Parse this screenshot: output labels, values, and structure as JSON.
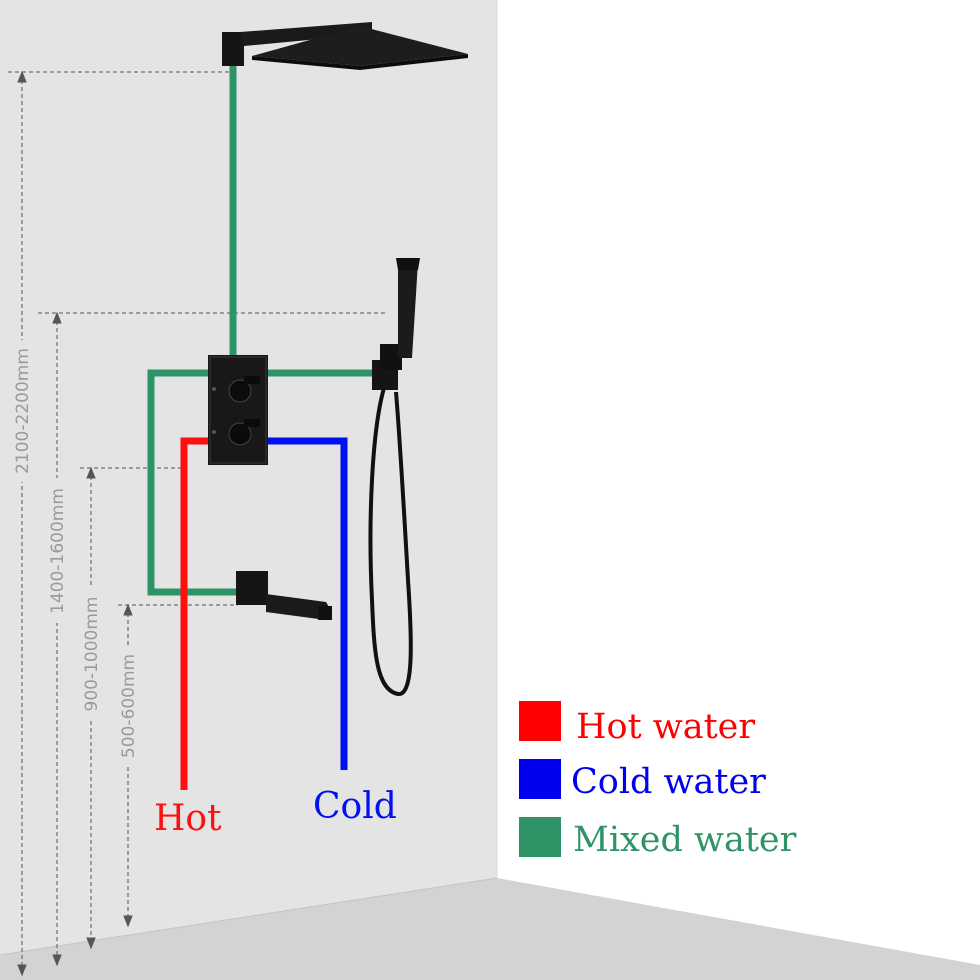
{
  "pipe_labels": {
    "hot": "Hot",
    "cold": "Cold"
  },
  "legend": [
    {
      "label": "Hot water",
      "color": "#ff0000"
    },
    {
      "label": "Cold water",
      "color": "#0000ee"
    },
    {
      "label": "Mixed water",
      "color": "#2e9466"
    }
  ],
  "dimensions": {
    "head_height": "2100-2200mm",
    "valve_height": "1400-1600mm",
    "spout_height": "900-1000mm",
    "floor_spout": "500-600mm"
  },
  "colors": {
    "hot": "#ff1010",
    "cold": "#0010ee",
    "mixed": "#2e9466",
    "wall": "#e4e4e4",
    "floor": "#d2d2d2",
    "fixture": "#151515"
  },
  "icons": [
    "rain-shower-head-icon",
    "thermostatic-valve-icon",
    "hand-shower-icon",
    "tub-spout-icon",
    "shower-hose-icon"
  ]
}
